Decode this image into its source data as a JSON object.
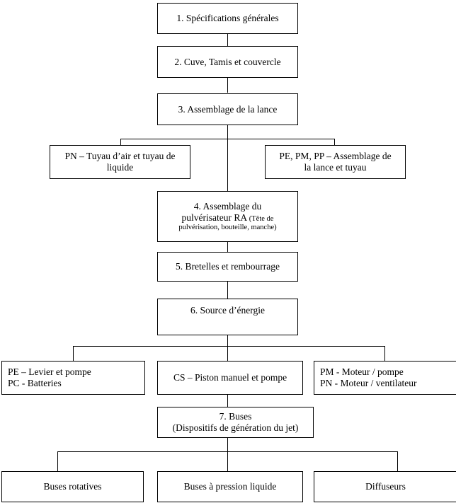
{
  "diagram": {
    "title": "Arbre de decomposition - pulverisateur",
    "type": "flowchart",
    "background_color": "#ffffff",
    "line_color": "#000000",
    "text_color": "#000000"
  },
  "nodes": {
    "n1": {
      "label": "1. Spécifications générales"
    },
    "n2": {
      "label": "2. Cuve, Tamis et couvercle"
    },
    "n3": {
      "label": "3. Assemblage de la lance"
    },
    "n3a": {
      "line1": "PN – Tuyau d’air et tuyau de",
      "line2": "liquide"
    },
    "n3b": {
      "line1": "PE, PM, PP – Assemblage de",
      "line2": "la lance et tuyau"
    },
    "n4": {
      "line1": "4. Assemblage du",
      "line2": "pulvérisateur RA",
      "line2b": " (Tête de",
      "line3": "pulvérisation, bouteille, manche)"
    },
    "n5": {
      "label": "5.  Bretelles et rembourrage"
    },
    "n6": {
      "label": "6.  Source d’énergie"
    },
    "n6a": {
      "line1": "PE – Levier et pompe",
      "line2": "PC - Batteries"
    },
    "n6b": {
      "label": "CS – Piston manuel et pompe"
    },
    "n6c": {
      "line1": "PM - Moteur / pompe",
      "line2": "PN - Moteur / ventilateur"
    },
    "n7": {
      "line1": "7. Buses",
      "line2": "(Dispositifs de génération du jet)"
    },
    "n7a": {
      "label": "Buses rotatives"
    },
    "n7b": {
      "label": "Buses à pression liquide"
    },
    "n7c": {
      "label": "Diffuseurs"
    }
  }
}
